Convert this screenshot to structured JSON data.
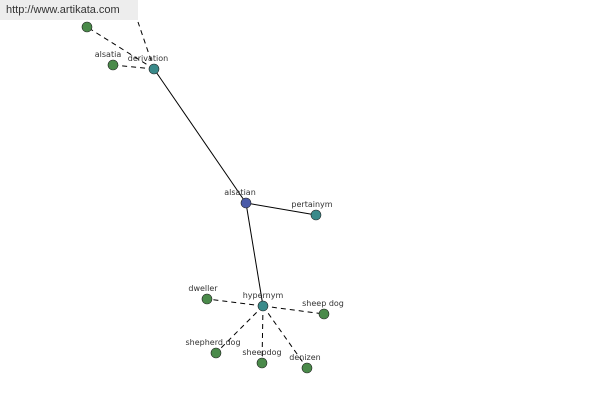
{
  "watermark": "http://www.artikata.com",
  "colors": {
    "center": "#4a5aa8",
    "relation": "#3a8a8a",
    "leaf": "#4a8a4a",
    "edge": "#000000"
  },
  "nodes": [
    {
      "id": "top",
      "label": "",
      "kind": "leaf"
    },
    {
      "id": "alsatia",
      "label": "alsatia",
      "kind": "leaf"
    },
    {
      "id": "derivation",
      "label": "derivation",
      "kind": "relation"
    },
    {
      "id": "alsatian",
      "label": "alsatian",
      "kind": "center"
    },
    {
      "id": "pertainym",
      "label": "pertainym",
      "kind": "relation"
    },
    {
      "id": "hypernym",
      "label": "hypernym",
      "kind": "relation"
    },
    {
      "id": "dweller",
      "label": "dweller",
      "kind": "leaf"
    },
    {
      "id": "sheep_dog",
      "label": "sheep dog",
      "kind": "leaf"
    },
    {
      "id": "shepherd_dog",
      "label": "shepherd dog",
      "kind": "leaf"
    },
    {
      "id": "sheepdog",
      "label": "sheepdog",
      "kind": "leaf"
    },
    {
      "id": "denizen",
      "label": "denizen",
      "kind": "leaf"
    }
  ],
  "edges": [
    {
      "from": "alsatian",
      "to": "derivation",
      "style": "solid"
    },
    {
      "from": "alsatian",
      "to": "pertainym",
      "style": "solid"
    },
    {
      "from": "alsatian",
      "to": "hypernym",
      "style": "solid"
    },
    {
      "from": "derivation",
      "to": "alsatia",
      "style": "dashed"
    },
    {
      "from": "derivation",
      "to": "top",
      "style": "dashed"
    },
    {
      "from": "derivation",
      "to": "offscreen",
      "style": "dashed"
    },
    {
      "from": "hypernym",
      "to": "dweller",
      "style": "dashed"
    },
    {
      "from": "hypernym",
      "to": "sheep_dog",
      "style": "dashed"
    },
    {
      "from": "hypernym",
      "to": "shepherd_dog",
      "style": "dashed"
    },
    {
      "from": "hypernym",
      "to": "sheepdog",
      "style": "dashed"
    },
    {
      "from": "hypernym",
      "to": "denizen",
      "style": "dashed"
    }
  ]
}
